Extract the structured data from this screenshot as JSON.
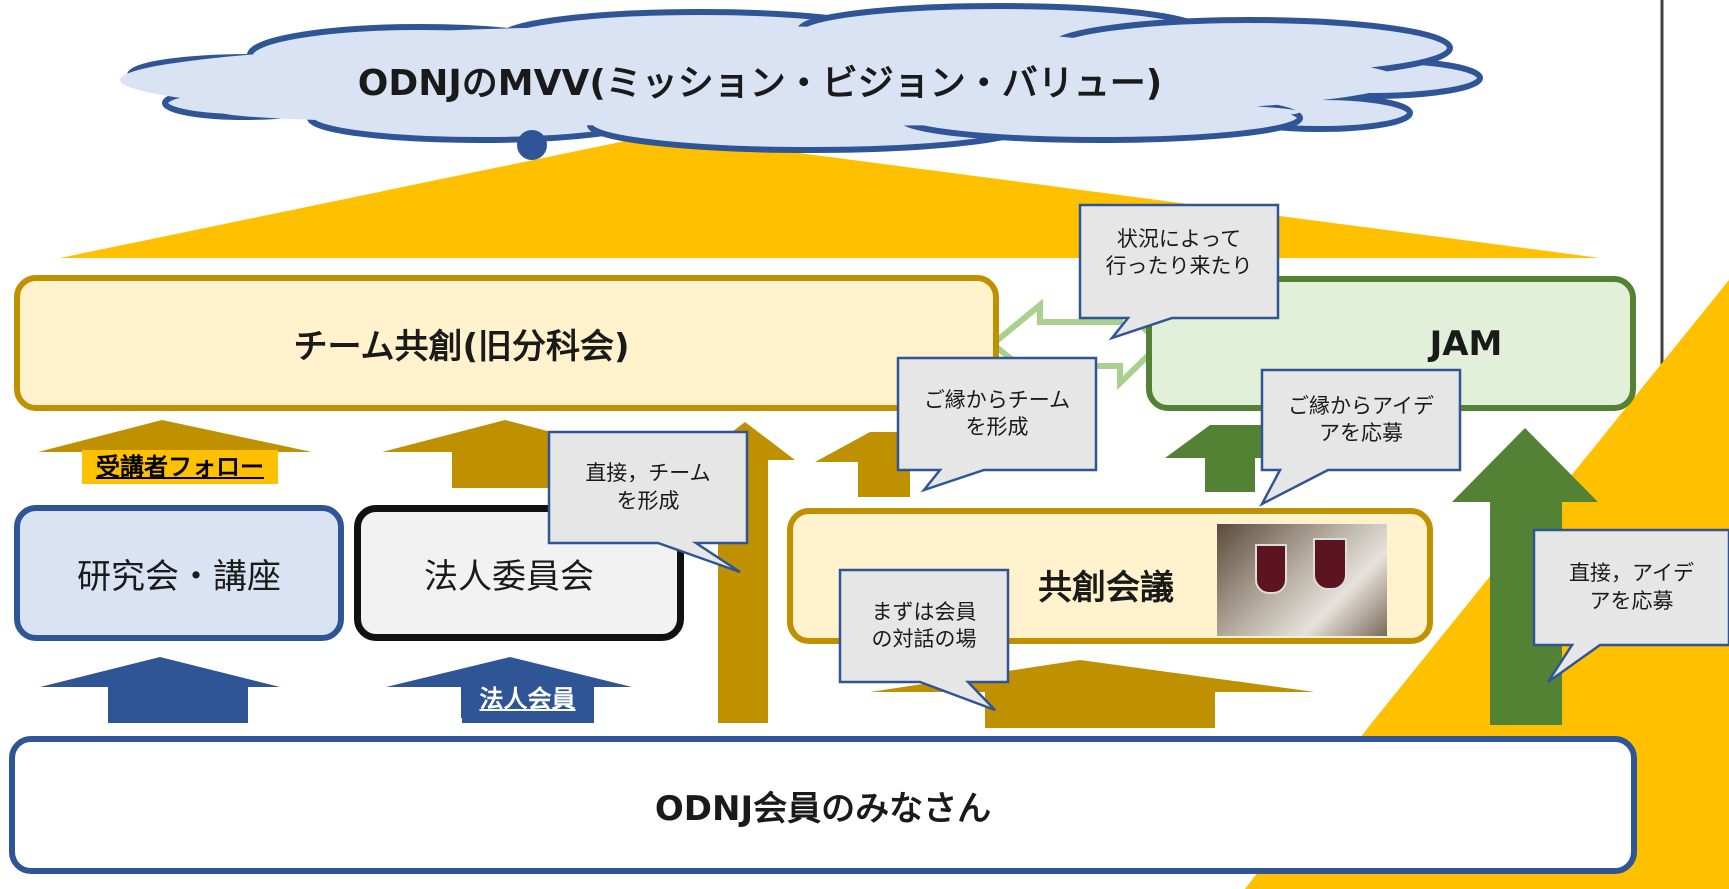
{
  "title": "ODNJのMVV(ミッション・ビジョン・バリュー)",
  "team": {
    "label": "チーム共創(旧分科会)"
  },
  "jam": {
    "label": "JAM"
  },
  "kyoso": {
    "label": "共創会議"
  },
  "kenkyukai": {
    "label": "研究会・講座"
  },
  "hojin_iinkai": {
    "label": "法人委員会"
  },
  "members": {
    "label": "ODNJ会員のみなさん"
  },
  "follow_label": "受講者フォロー",
  "corp_member_label": "法人会員",
  "callouts": {
    "situation": [
      "状況によって",
      "行ったり来たり"
    ],
    "direct_team": [
      "直接，チーム",
      "を形成"
    ],
    "en_team": [
      "ご縁からチーム",
      "を形成"
    ],
    "en_idea": [
      "ご縁からアイデ",
      "アを応募"
    ],
    "dialogue": [
      "まずは会員",
      "の対話の場"
    ],
    "direct_idea": [
      "直接，アイデ",
      "アを応募"
    ]
  },
  "colors": {
    "gold": "#FFC000",
    "dark_gold": "#BF9000",
    "navy": "#2F5597",
    "green": "#548235",
    "light_green": "#A9D18E",
    "cloud_fill": "#DAE3F3",
    "team_fill": "#FFF2CC",
    "jam_fill": "#E2F0D9",
    "callout_fill": "#E7E6E6",
    "callout_border": "#2F5597"
  }
}
